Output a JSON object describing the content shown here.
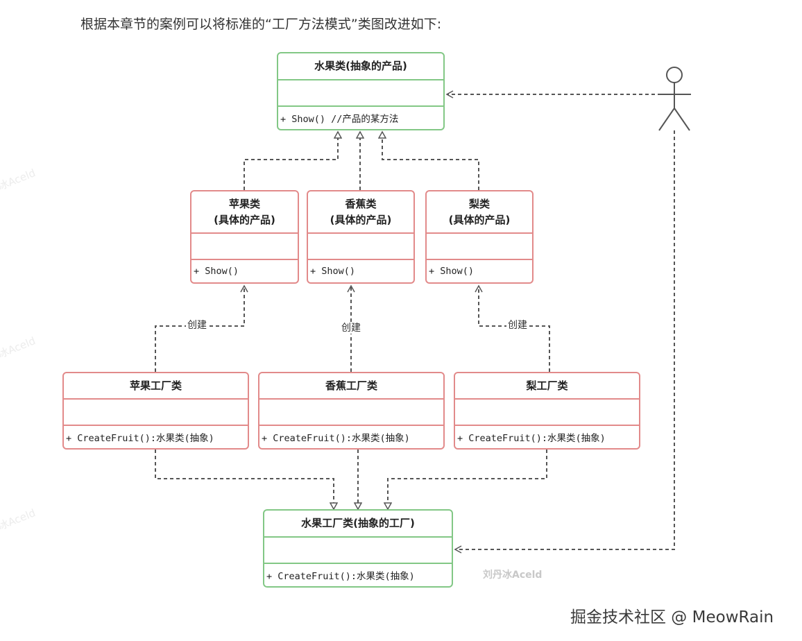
{
  "intro_text": "根据本章节的案例可以将标准的“工厂方法模式”类图改进如下:",
  "abstract_product": {
    "title": "水果类(抽象的产品)",
    "method": "+ Show() //产品的某方法"
  },
  "products": [
    {
      "name": "苹果类",
      "subtitle": "(具体的产品)",
      "method": "+ Show()"
    },
    {
      "name": "香蕉类",
      "subtitle": "(具体的产品)",
      "method": "+ Show()"
    },
    {
      "name": "梨类",
      "subtitle": "(具体的产品)",
      "method": "+ Show()"
    }
  ],
  "factories": [
    {
      "name": "苹果工厂类",
      "method": "+ CreateFruit():水果类(抽象)"
    },
    {
      "name": "香蕉工厂类",
      "method": "+ CreateFruit():水果类(抽象)"
    },
    {
      "name": "梨工厂类",
      "method": "+ CreateFruit():水果类(抽象)"
    }
  ],
  "abstract_factory": {
    "title": "水果工厂类(抽象的工厂)",
    "method": "+ CreateFruit():水果类(抽象)"
  },
  "create_label": "创建",
  "author_watermark": "刘丹冰Aceld",
  "ghost_watermark": "冰Aceld",
  "site_watermark": "掘金技术社区 @ MeowRain",
  "colors": {
    "abstract_border": "#82c785",
    "concrete_border": "#e28a8a",
    "connector": "#555555"
  },
  "icons": {
    "actor": "stick-figure-icon"
  }
}
